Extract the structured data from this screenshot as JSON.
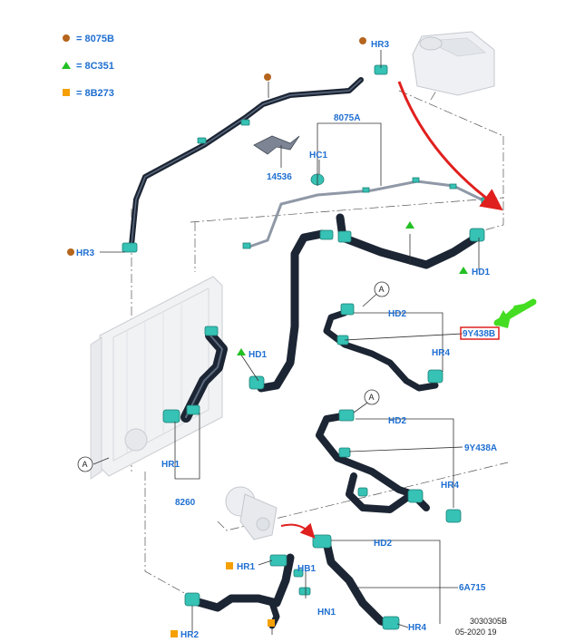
{
  "legend": [
    {
      "symbol": "brown-circle",
      "color": "#b5651d",
      "text": "= 8075B"
    },
    {
      "symbol": "green-triangle",
      "color": "#22c022",
      "text": "= 8C351"
    },
    {
      "symbol": "orange-square",
      "color": "#f5a000",
      "text": "= 8B273"
    }
  ],
  "labels": {
    "hr3_top": "HR3",
    "l8075a": "8075A",
    "hc1": "HC1",
    "l14536": "14536",
    "hr3_left": "HR3",
    "hd1_right": "HD1",
    "hd2_a": "HD2",
    "l9y438b": "9Y438B",
    "hr4_a": "HR4",
    "hd1_left": "HD1",
    "hd2_b": "HD2",
    "l9y438a": "9Y438A",
    "hr1_left": "HR1",
    "l8260": "8260",
    "hr4_b": "HR4",
    "hd2_c": "HD2",
    "hr1_bottom": "HR1",
    "hb1": "HB1",
    "l6a715": "6A715",
    "hn1": "HN1",
    "hr2": "HR2",
    "hr4_c": "HR4"
  },
  "view_markers": {
    "a1": "A",
    "a2": "A",
    "a3": "A"
  },
  "footer": {
    "line1": "3030305B",
    "line2": "05-2020 19"
  },
  "colors": {
    "highlight": "#e0201e",
    "pointer": "#44dd22",
    "label": "#1f6fd1",
    "hose": "#1c2533",
    "clamp": "#36c2b4"
  }
}
